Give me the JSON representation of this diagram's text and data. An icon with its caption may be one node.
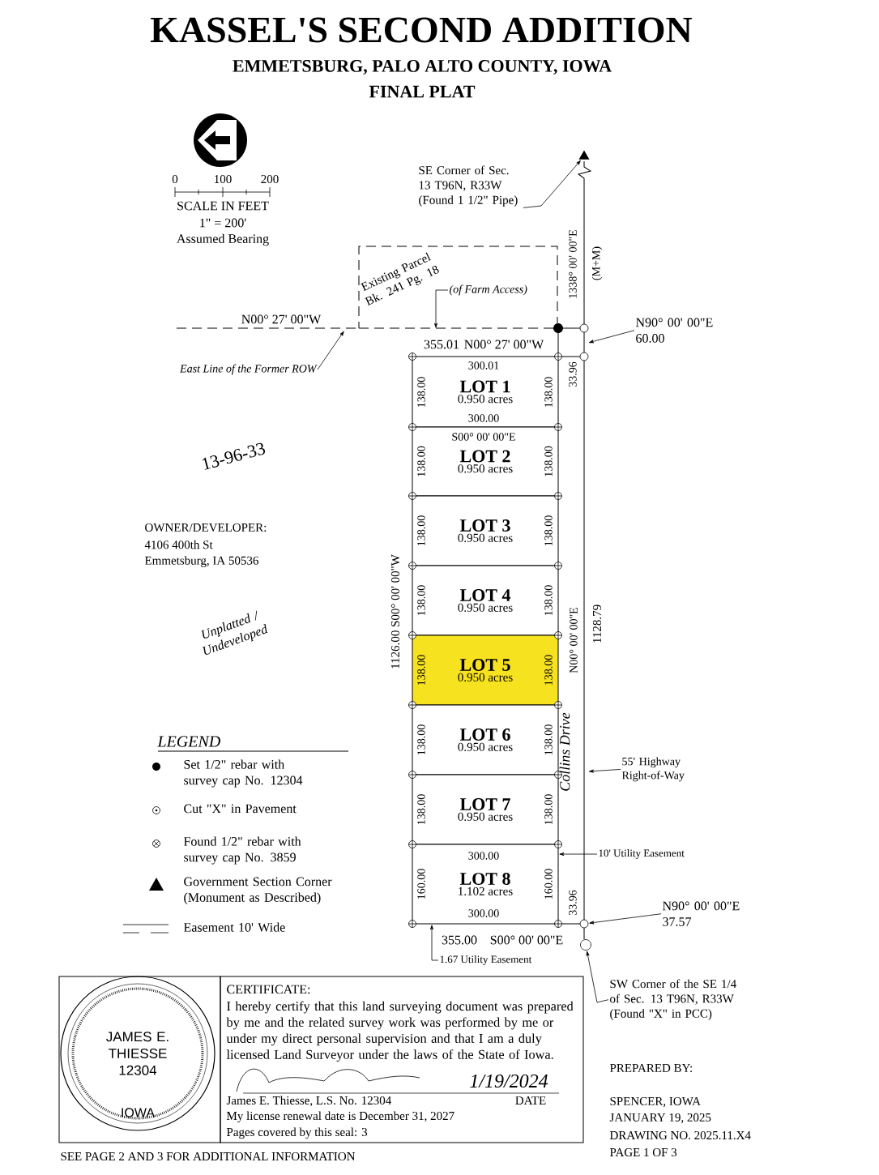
{
  "diagram": {
    "title": "KASSEL'S SECOND ADDITION",
    "nodes": [
      {
        "text": [
          "LOT 1",
          "0.950 acres"
        ]
      },
      {
        "text": [
          "LOT 2",
          "0.950 acres"
        ]
      },
      {
        "text": [
          "LOT 3",
          "0.950 acres"
        ]
      },
      {
        "text": [
          "LOT 4",
          "0.950 acres"
        ]
      },
      {
        "text": [
          "LOT 5",
          "0.950 acres"
        ]
      },
      {
        "text": [
          "LOT 6",
          "0.950 acres"
        ]
      },
      {
        "text": [
          "LOT 7",
          "0.950 acres"
        ]
      },
      {
        "text": [
          "LOT 8",
          "1.102 acres"
        ]
      },
      {
        "text": [
          "Existing Parcel Bk. 241 Pg. 18"
        ]
      },
      {
        "text": [
          "SE Corner of Sec. 13 T96N, R33W (Found 1 1/2\" Pipe)"
        ]
      },
      {
        "text": [],
        "shape": "triangle"
      },
      {
        "text": [
          "(of Farm Access)"
        ],
        "in": 8
      },
      {
        "text": [
          "East Line of the Former ROW"
        ]
      },
      {
        "text": [
          "N90° 00' 00\"E 60.00"
        ]
      },
      {
        "text": [
          "55' Highway Right-of-Way"
        ]
      },
      {
        "text": [
          "10' Utility Easement"
        ]
      },
      {
        "text": [
          "1.67 Utility Easement"
        ]
      },
      {
        "text": [
          "N90° 00' 00\"E 37.57"
        ]
      },
      {
        "text": [
          "SW Corner of the SE 1/4 of Sec. 13 T96N, R33W (Found \"X\" in PCC)"
        ]
      },
      {
        "text": [],
        "shape": "circle"
      },
      {
        "text": [
          "JAMES E. THIESSE 12304",
          "IOWA"
        ]
      },
      {
        "text": [
          "CERTIFICATE:",
          "I hereby certify that this land surveying document was prepared by me and the related survey work was performed by me or under my direct personal supervision and that I am a duly licensed Land Surveyor under the laws of the State of Iowa.",
          "1/19/2024",
          "James E. Thiesse, L.S. No. 12304",
          "DATE",
          "My license renewal date is December 31, 2027",
          "Pages covered by this seal: 3"
        ]
      },
      {
        "text": [],
        "shape": "circle"
      }
    ],
    "edges": [
      {
        "from": 9,
        "to": 10,
        "arrow": "to"
      },
      {
        "from": 11,
        "to": 8,
        "arrow": "to"
      },
      {
        "from": 12,
        "to": null,
        "arrow": "to"
      },
      {
        "from": 13,
        "to": null,
        "arrow": "to"
      },
      {
        "from": 14,
        "to": null,
        "arrow": "to"
      },
      {
        "from": 15,
        "to": 7,
        "arrow": "to"
      },
      {
        "from": 16,
        "to": 7,
        "arrow": "to"
      },
      {
        "from": 17,
        "to": 19,
        "arrow": "to"
      },
      {
        "from": 18,
        "to": 22,
        "arrow": "to"
      }
    ],
    "labels": [
      "EMMETSBURG, PALO ALTO COUNTY, IOWA",
      "FINAL PLAT",
      "0",
      "100",
      "200",
      "SCALE IN FEET",
      "1\" = 200'",
      "Assumed Bearing",
      "N00° 27' 00\"W",
      "1338° 00' 00\"E",
      "(M+M)",
      "355.01",
      "N00° 27' 00\"W",
      "300.01",
      "138.00",
      "138.00",
      "300.00",
      "33.96",
      "S00° 00' 00\"E",
      "138.00",
      "138.00",
      "138.00",
      "138.00",
      "138.00",
      "138.00",
      "138.00",
      "138.00",
      "138.00",
      "138.00",
      "138.00",
      "138.00",
      "300.00",
      "160.00",
      "160.00",
      "300.00",
      "33.96",
      "355.00",
      "S00° 00' 00\"E",
      "1126.00 S00° 00' 00\"W",
      "N00° 00' 00\"E",
      "1128.79",
      "Collins Drive",
      "13-96-33",
      "OWNER/DEVELOPER:",
      "4106 400th St",
      "Emmetsburg, IA 50536",
      "Unplatted / Undeveloped",
      "LEGEND",
      "SEE PAGE 2 AND 3 FOR ADDITIONAL INFORMATION",
      "PREPARED BY:",
      "SPENCER, IOWA",
      "JANUARY 19, 2025",
      "DRAWING NO. 2025.11.X4",
      "PAGE 1 OF 3"
    ],
    "legend": [
      {
        "text": "Set 1/2\" rebar with survey cap No. 12304"
      },
      {
        "text": "Cut \"X\" in Pavement"
      },
      {
        "text": "Found 1/2\" rebar with survey cap No. 3859"
      },
      {
        "text": "Government Section Corner (Monument as Described)"
      },
      {
        "text": "Easement 10' Wide"
      }
    ]
  }
}
